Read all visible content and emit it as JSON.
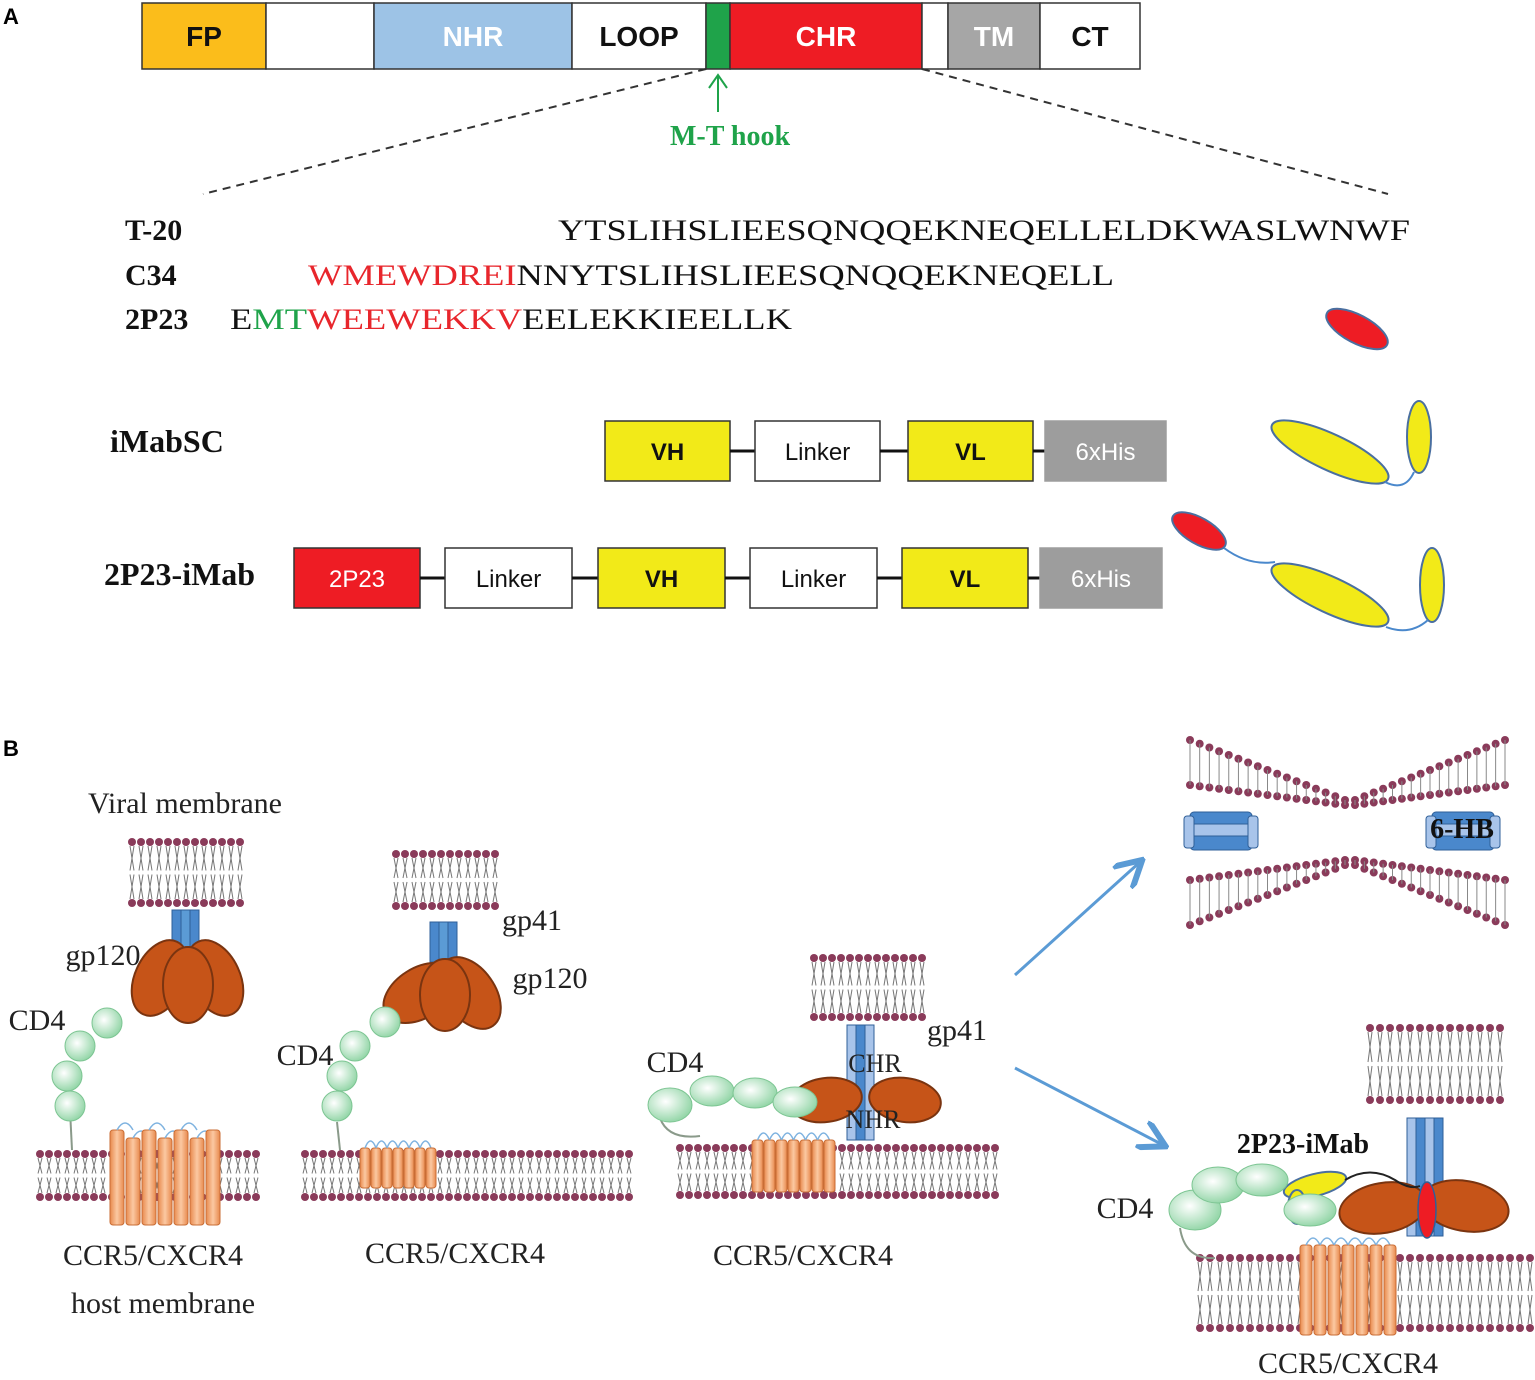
{
  "panel_a": {
    "letter": "A",
    "domains": [
      {
        "label": "FP",
        "color": "#fbbd1b",
        "text_color": "#111111"
      },
      {
        "label": "",
        "color": "#ffffff",
        "text_color": "#111111"
      },
      {
        "label": "NHR",
        "color": "#9dc3e6",
        "text_color": "#ffffff"
      },
      {
        "label": "LOOP",
        "color": "#ffffff",
        "text_color": "#111111"
      },
      {
        "label": "",
        "color": "#1fa34a",
        "text_color": "#111111"
      },
      {
        "label": "CHR",
        "color": "#ee1c24",
        "text_color": "#ffffff"
      },
      {
        "label": "",
        "color": "#ffffff",
        "text_color": "#111111"
      },
      {
        "label": "TM",
        "color": "#a6a6a6",
        "text_color": "#ffffff"
      },
      {
        "label": "CT",
        "color": "#ffffff",
        "text_color": "#111111"
      }
    ],
    "mt_hook_label": "M-T hook",
    "sequences": [
      {
        "name": "T-20",
        "segments": [
          {
            "text": "YTSLIHSLIEESQNQQEKNEQELLELDKWASLWNWF",
            "color": "#111111"
          }
        ]
      },
      {
        "name": "C34",
        "segments": [
          {
            "text": "WMEWDREI",
            "color": "#e8262c"
          },
          {
            "text": "NNYTSLIHSLIEESQNQQEKNEQELL",
            "color": "#111111"
          }
        ]
      },
      {
        "name": "2P23",
        "segments": [
          {
            "text": "E",
            "color": "#111111"
          },
          {
            "text": "MT",
            "color": "#1fa34a"
          },
          {
            "text": "WEEWEKKV",
            "color": "#e8262c"
          },
          {
            "text": "EELEKKIEELLK",
            "color": "#111111"
          }
        ]
      }
    ],
    "constructs": [
      {
        "name": "iMabSC",
        "boxes": [
          {
            "label": "VH",
            "color": "#f2ea18",
            "text_color": "#111111"
          },
          {
            "label": "Linker",
            "color": "#ffffff",
            "text_color": "#111111"
          },
          {
            "label": "VL",
            "color": "#f2ea18",
            "text_color": "#111111"
          },
          {
            "label": "6xHis",
            "color": "#9d9d9d",
            "text_color": "#ffffff"
          }
        ]
      },
      {
        "name": "2P23-iMab",
        "boxes": [
          {
            "label": "2P23",
            "color": "#ee1c24",
            "text_color": "#ffffff"
          },
          {
            "label": "Linker",
            "color": "#ffffff",
            "text_color": "#111111"
          },
          {
            "label": "VH",
            "color": "#f2ea18",
            "text_color": "#111111"
          },
          {
            "label": "Linker",
            "color": "#ffffff",
            "text_color": "#111111"
          },
          {
            "label": "VL",
            "color": "#f2ea18",
            "text_color": "#111111"
          },
          {
            "label": "6xHis",
            "color": "#9d9d9d",
            "text_color": "#ffffff"
          }
        ]
      }
    ]
  },
  "panel_b": {
    "letter": "B",
    "viral_membrane_label": "Viral  membrane",
    "host_membrane_label": "host membrane",
    "gp120_label": "gp120",
    "gp41_label": "gp41",
    "cd4_label": "CD4",
    "coreceptor_label": "CCR5/CXCR4",
    "chr_label": "CHR",
    "nhr_label": "NHR",
    "six_hb_label": "6-HB",
    "inhibitor_label": "2P23-iMab",
    "colors": {
      "lipid_head": "#8a3b5a",
      "gp41": "#4a88cc",
      "gp41_light": "#a8c4ea",
      "gp120": "#c65418",
      "cd4": "#9fdcb0",
      "coreceptor": "#f2a66e",
      "arrow": "#5b9bd5",
      "scfv": "#f2ea18",
      "peptide": "#ee1c24"
    }
  }
}
